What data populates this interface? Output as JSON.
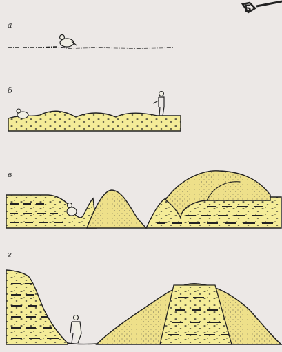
{
  "colors": {
    "background": "#ece8e6",
    "sediment_fill": "#f4ec98",
    "dune_fill": "#eee08a",
    "ink": "#1e1e1e",
    "figure_fill": "#f0eee4"
  },
  "panels": [
    {
      "label": "а"
    },
    {
      "label": "б"
    },
    {
      "label": "в"
    },
    {
      "label": "г"
    }
  ],
  "corner_mark": {
    "label": "Б"
  }
}
